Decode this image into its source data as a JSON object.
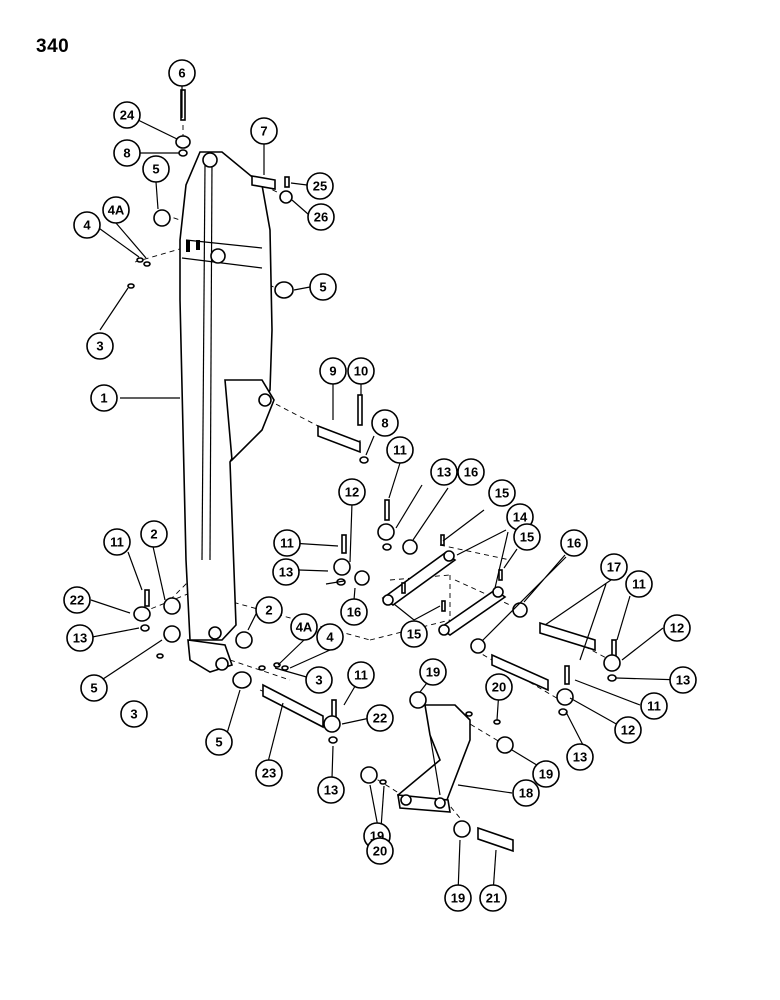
{
  "page_number": "340",
  "parts": [
    {
      "id": "p6",
      "label": "6"
    },
    {
      "id": "p24",
      "label": "24"
    },
    {
      "id": "p8a",
      "label": "8"
    },
    {
      "id": "p7",
      "label": "7"
    },
    {
      "id": "p25",
      "label": "25"
    },
    {
      "id": "p26",
      "label": "26"
    },
    {
      "id": "p5a",
      "label": "5"
    },
    {
      "id": "p4a",
      "label": "4"
    },
    {
      "id": "p4Aa",
      "label": "4A"
    },
    {
      "id": "p5b",
      "label": "5"
    },
    {
      "id": "p3a",
      "label": "3"
    },
    {
      "id": "p9",
      "label": "9"
    },
    {
      "id": "p10",
      "label": "10"
    },
    {
      "id": "p1",
      "label": "1"
    },
    {
      "id": "p8b",
      "label": "8"
    },
    {
      "id": "p11a",
      "label": "11"
    },
    {
      "id": "p13a",
      "label": "13"
    },
    {
      "id": "p16a",
      "label": "16"
    },
    {
      "id": "p12a",
      "label": "12"
    },
    {
      "id": "p15a",
      "label": "15"
    },
    {
      "id": "p14",
      "label": "14"
    },
    {
      "id": "p15b",
      "label": "15"
    },
    {
      "id": "p16b",
      "label": "16"
    },
    {
      "id": "p11b",
      "label": "11"
    },
    {
      "id": "p2a",
      "label": "2"
    },
    {
      "id": "p11c",
      "label": "11"
    },
    {
      "id": "p13b",
      "label": "13"
    },
    {
      "id": "p16c",
      "label": "16"
    },
    {
      "id": "p17",
      "label": "17"
    },
    {
      "id": "p11d",
      "label": "11"
    },
    {
      "id": "p22a",
      "label": "22"
    },
    {
      "id": "p12b",
      "label": "12"
    },
    {
      "id": "p2b",
      "label": "2"
    },
    {
      "id": "p4Ab",
      "label": "4A"
    },
    {
      "id": "p4b",
      "label": "4"
    },
    {
      "id": "p13c",
      "label": "13"
    },
    {
      "id": "p15c",
      "label": "15"
    },
    {
      "id": "p5c",
      "label": "5"
    },
    {
      "id": "p3b",
      "label": "3"
    },
    {
      "id": "p13d",
      "label": "13"
    },
    {
      "id": "p19a",
      "label": "19"
    },
    {
      "id": "p20a",
      "label": "20"
    },
    {
      "id": "p3c",
      "label": "3"
    },
    {
      "id": "p11e",
      "label": "11"
    },
    {
      "id": "p11f",
      "label": "11"
    },
    {
      "id": "p22b",
      "label": "22"
    },
    {
      "id": "p12c",
      "label": "12"
    },
    {
      "id": "p5d",
      "label": "5"
    },
    {
      "id": "p13e",
      "label": "13"
    },
    {
      "id": "p19b",
      "label": "19"
    },
    {
      "id": "p23",
      "label": "23"
    },
    {
      "id": "p13f",
      "label": "13"
    },
    {
      "id": "p18",
      "label": "18"
    },
    {
      "id": "p19c",
      "label": "19"
    },
    {
      "id": "p20b",
      "label": "20"
    },
    {
      "id": "p19d",
      "label": "19"
    },
    {
      "id": "p21",
      "label": "21"
    }
  ]
}
